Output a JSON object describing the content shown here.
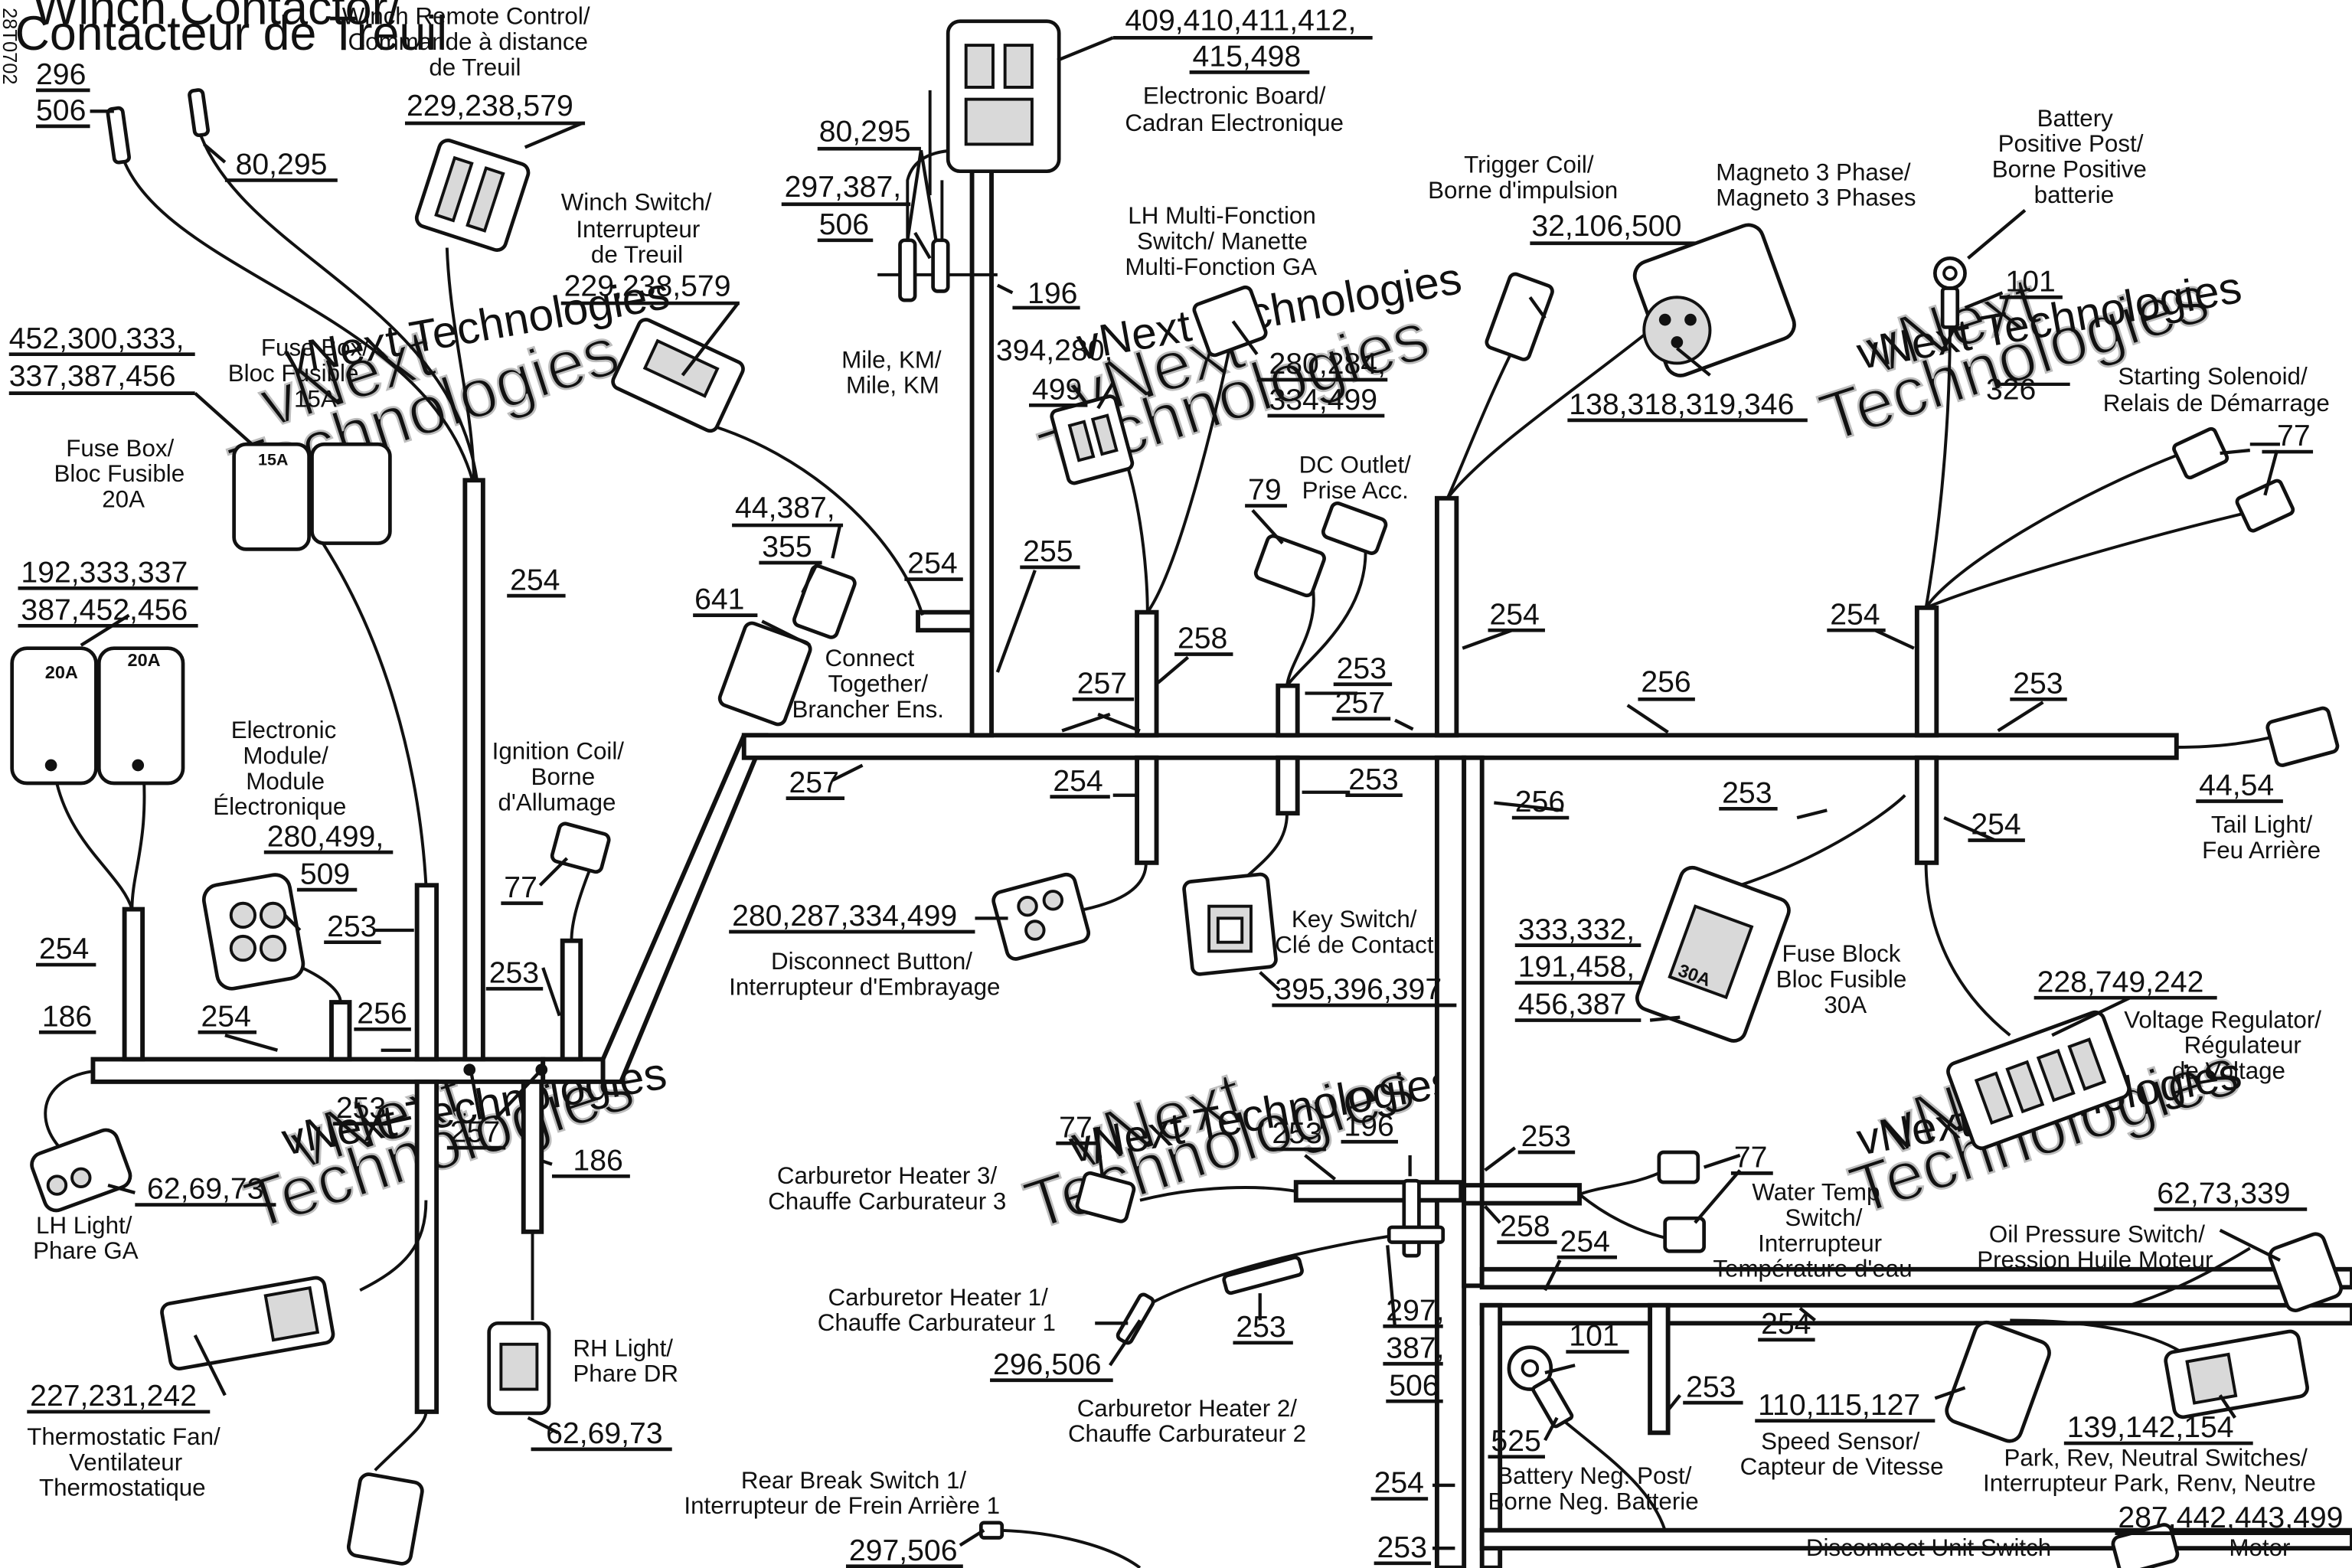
{
  "doc_code": "28T0702",
  "watermark": {
    "brand_line1": "vNext",
    "brand_line2": "Technologies",
    "brand_full": "vNext Technologies"
  },
  "labels": {
    "winch_contactor": [
      "Winch Contactor/",
      "Contacteur de Treuil"
    ],
    "winch_remote": [
      "Winch Remote Control/",
      "Commande à distance",
      "de Treuil"
    ],
    "winch_switch": [
      "Winch Switch/",
      "Interrupteur",
      "de Treuil"
    ],
    "electronic_board": [
      "Electronic Board/",
      "Cadran Electronique"
    ],
    "mile_km": [
      "Mile, KM/",
      "Mile, KM"
    ],
    "lh_multi": [
      "LH Multi-Fonction",
      "Switch/ Manette",
      "Multi-Fonction GA"
    ],
    "trigger_coil": [
      "Trigger Coil/",
      "Borne d'impulsion"
    ],
    "magneto": [
      "Magneto 3 Phase/",
      "Magneto 3 Phases"
    ],
    "battery_pos": [
      "Battery",
      "Positive Post/",
      "Borne Positive",
      "batterie"
    ],
    "starting_solenoid": [
      "Starting Solenoid/",
      "Relais de Démarrage"
    ],
    "fuse_box_15": [
      "Fuse Box/",
      "Bloc Fusible",
      "15A"
    ],
    "fuse_box_20": [
      "Fuse Box/",
      "Bloc Fusible",
      "20A"
    ],
    "connect_together": [
      "Connect",
      "Together/",
      "Brancher Ens."
    ],
    "dc_outlet": [
      "DC Outlet/",
      "Prise Acc."
    ],
    "electronic_module": [
      "Electronic",
      "Module/",
      "Module",
      "Électronique"
    ],
    "ignition_coil": [
      "Ignition Coil/",
      "Borne",
      "d'Allumage"
    ],
    "disconnect_button": [
      "Disconnect Button/",
      "Interrupteur d'Embrayage"
    ],
    "key_switch": [
      "Key Switch/",
      "Clé de Contact"
    ],
    "fuse_block_30": [
      "Fuse Block",
      "Bloc Fusible",
      "30A"
    ],
    "tail_light": [
      "Tail Light/",
      "Feu Arrière"
    ],
    "voltage_regulator": [
      "Voltage Regulator/",
      "Régulateur",
      "de Voltage"
    ],
    "lh_light": [
      "LH Light/",
      "Phare GA"
    ],
    "rh_light": [
      "RH Light/",
      "Phare DR"
    ],
    "thermostatic_fan": [
      "Thermostatic Fan/",
      "Ventilateur",
      "Thermostatique"
    ],
    "carb_heater_3": [
      "Carburetor Heater 3/",
      "Chauffe Carburateur 3"
    ],
    "carb_heater_1": [
      "Carburetor Heater 1/",
      "Chauffe Carburateur 1"
    ],
    "carb_heater_2": [
      "Carburetor Heater 2/",
      "Chauffe Carburateur 2"
    ],
    "water_temp": [
      "Water Temp",
      "Switch/",
      "Interrupteur",
      "Température d'eau"
    ],
    "oil_pressure": [
      "Oil Pressure Switch/",
      "Pression Huile Moteur"
    ],
    "battery_neg": [
      "Battery Neg. Post/",
      "Borne Neg. Batterie"
    ],
    "speed_sensor": [
      "Speed Sensor/",
      "Capteur de Vitesse"
    ],
    "park_rev": [
      "Park, Rev, Neutral Switches/",
      "Interrupteur Park, Renv, Neutre"
    ],
    "rear_brake": [
      "Rear Break Switch 1/",
      "Interrupteur de Frein Arrière 1"
    ],
    "disconnect_unit": [
      "Disconnect Unit Switch"
    ],
    "motor": [
      "Motor"
    ]
  },
  "parts": {
    "p296": "296",
    "p506": "506",
    "p80_295a": "80,295",
    "p229a": "229,238,579",
    "p229b": "229,238,579",
    "p409": "409,410,411,412,",
    "p415": "415,498",
    "p80_295b": "80,295",
    "p297_387": "297,387,",
    "p506b": "506",
    "p196a": "196",
    "p394": "394,280,",
    "p499a": "499",
    "p280_284": "280,284,",
    "p334_499": "334,499",
    "p32": "32,106,500",
    "p138": "138,318,319,346",
    "p101a": "101",
    "p326": "326",
    "p77a": "77",
    "p452": "452,300,333,",
    "p337": "337,387,456",
    "p192": "192,333,337",
    "p387_452": "387,452,456",
    "p44_387": "44,387,",
    "p355": "355",
    "p641": "641",
    "p254a": "254",
    "p255": "255",
    "p258a": "258",
    "p79": "79",
    "p253a": "253",
    "p257a": "257",
    "p257b": "257",
    "p254b": "254",
    "p256a": "256",
    "p254c": "254",
    "p253b": "253",
    "p254d": "254",
    "p257c": "257",
    "p254e": "254",
    "p253c": "253",
    "p256b": "256",
    "p253d": "253",
    "p44_54": "44,54",
    "p254f": "254",
    "p280_509a": "280,499,",
    "p509": "509",
    "p77b": "77",
    "p254g": "254",
    "p253e": "253",
    "p253f": "253",
    "p280_287": "280,287,334,499",
    "p395": "395,396,397",
    "p333_332": "333,332,",
    "p191": "191,458,",
    "p456": "456,387",
    "p228": "228,749,242",
    "p186a": "186",
    "p254h": "254",
    "p256c": "256",
    "p253g": "253",
    "p257d": "257",
    "p186b": "186",
    "p62a": "62,69,73",
    "p77c": "77",
    "p253h": "253",
    "p196b": "196",
    "p253i": "253",
    "p77d": "77",
    "p62b": "62,73,339",
    "p258b": "258",
    "p254i": "254",
    "p253j": "253",
    "p296_506": "296,506",
    "p297b": "297,",
    "p387b": "387,",
    "p506c": "506",
    "p227": "227,231,242",
    "p62c": "62,69,73",
    "p101b": "101",
    "p525": "525",
    "p253k": "253",
    "p254j": "254",
    "p110": "110,115,127",
    "p139": "139,142,154",
    "p254k": "254",
    "p253l": "253",
    "p297_506": "297,506",
    "p287": "287,442,443,499"
  }
}
